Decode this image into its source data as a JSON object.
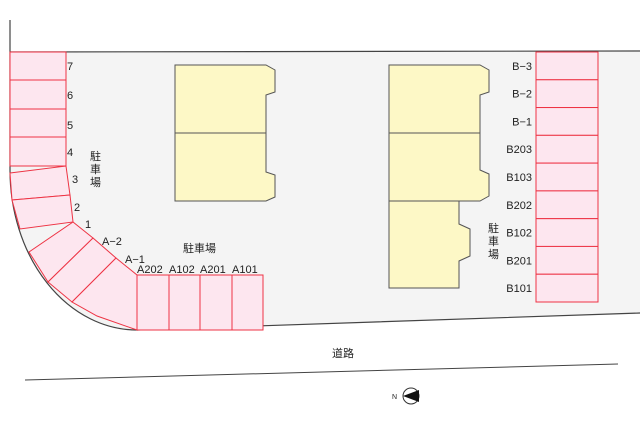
{
  "lot": {
    "parking_label_left": "駐車場",
    "parking_label_center": "駐車場",
    "parking_label_right": "駐車場",
    "road_label": "道路",
    "north_label": "N"
  },
  "left_spaces": [
    "7",
    "6",
    "5",
    "4",
    "3",
    "2",
    "1",
    "A−2",
    "A−1"
  ],
  "bottom_spaces": [
    "A202",
    "A102",
    "A201",
    "A101"
  ],
  "right_spaces": [
    "B−3",
    "B−2",
    "B−1",
    "B203",
    "B103",
    "B202",
    "B102",
    "B201",
    "B101"
  ],
  "colors": {
    "space_fill": "#fde6ef",
    "space_stroke": "#ee3344",
    "building_fill": "#fdf8c6",
    "lot_fill": "#f4f4f4"
  }
}
